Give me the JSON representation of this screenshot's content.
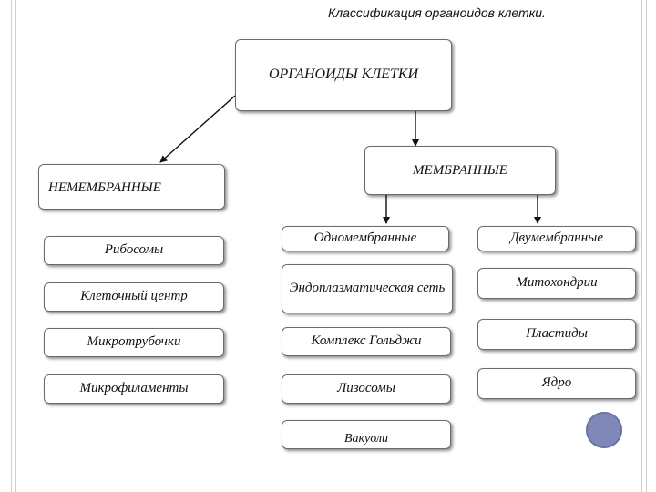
{
  "slide": {
    "title": "Классификация органоидов клетки."
  },
  "diagram": {
    "root": "ОРГАНОИДЫ КЛЕТКИ",
    "nonmembrane": {
      "label": "НЕМЕМБРАННЫЕ",
      "items": [
        "Рибосомы",
        "Клеточный центр",
        "Микротрубочки",
        "Микрофиламенты"
      ]
    },
    "membrane": {
      "label": "МЕМБРАННЫЕ",
      "single": {
        "label": "Одномембранные",
        "items": [
          "Эндоплазматическая сеть",
          "Комплекс Гольджи",
          "Лизосомы",
          "Вакуоли"
        ]
      },
      "double": {
        "label": "Двумембранные",
        "items": [
          "Митохондрии",
          "Пластиды",
          "Ядро"
        ]
      }
    }
  },
  "colors": {
    "box_border": "#6b6b6b",
    "arrow": "#111111",
    "accent_circle": "#7f88b8"
  }
}
